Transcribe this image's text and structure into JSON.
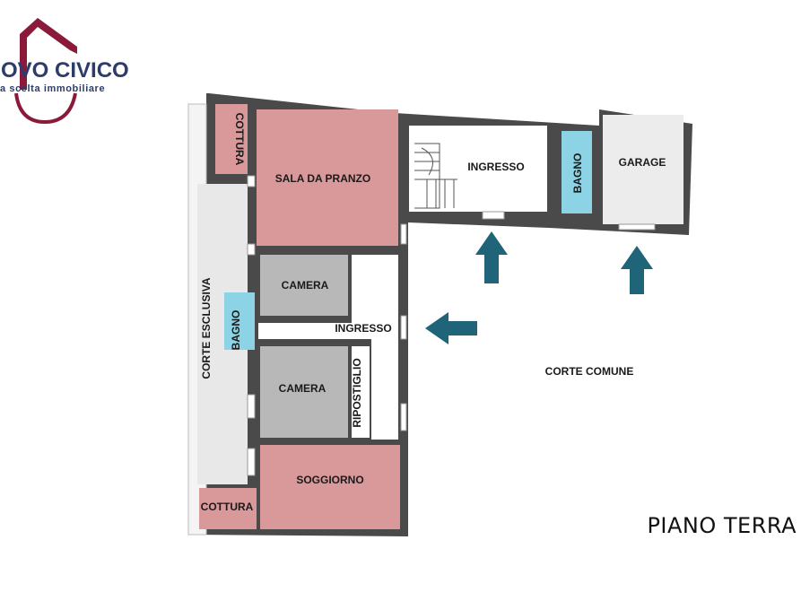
{
  "logo": {
    "title": "OVO CIVICO",
    "subtitle": "a scelta immobiliare",
    "color": "#8b1a3a",
    "text_color": "#2d3d6b"
  },
  "floor_label": "PIANO TERRA",
  "rooms": {
    "cottura_top": "COTTURA",
    "sala_da_pranzo": "SALA DA PRANZO",
    "ingresso_top": "INGRESSO",
    "bagno_top": "BAGNO",
    "garage": "GARAGE",
    "camera_1": "CAMERA",
    "bagno_left": "BAGNO",
    "corte_esclusiva": "CORTE ESCLUSIVA",
    "ingresso_mid": "INGRESSO",
    "camera_2": "CAMERA",
    "ripostiglio": "RIPOSTIGLIO",
    "soggiorno": "SOGGIORNO",
    "cottura_bottom": "COTTURA",
    "corte_comune": "CORTE COMUNE"
  },
  "colors": {
    "living": "#d9999b",
    "bath": "#8dd3e6",
    "bedroom": "#b8b8b8",
    "court": "#e8e8e8",
    "garage": "#ececec",
    "wall": "#4a4a4a",
    "arrow": "#1f6478"
  }
}
